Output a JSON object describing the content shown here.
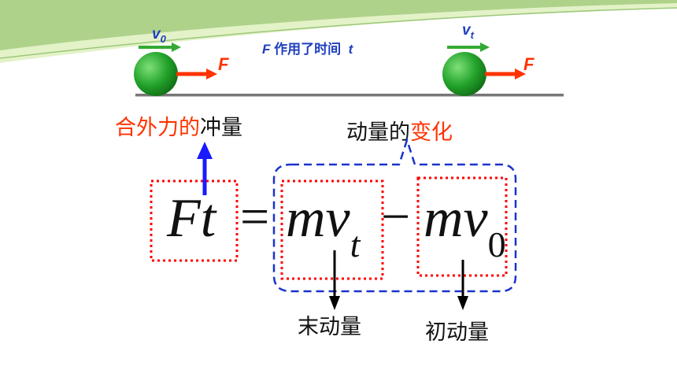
{
  "colors": {
    "banner_green": "#aed28a",
    "banner_light": "#e4f2c8",
    "ball": "#22a22a",
    "force_arrow": "#ff3300",
    "velocity_arrow": "#33aa33",
    "red_box": "#ff0000",
    "blue_dashed": "#1a33cc",
    "up_arrow": "#1a1aff",
    "heading_blue": "#1f3fbf",
    "emphasis_red": "#ff3300"
  },
  "motion": {
    "v_initial": {
      "base": "v",
      "sub": "0"
    },
    "v_final": {
      "base": "v",
      "sub": "t"
    },
    "force_left": "F",
    "force_right": "F",
    "heading": {
      "symbol": "F",
      "text": "作用了时间",
      "time": "t"
    }
  },
  "labels": {
    "impulse": {
      "highlight": "合外力的",
      "rest": "冲量"
    },
    "change": {
      "plain": "动量的",
      "highlight": "变化"
    },
    "final_momentum": "末动量",
    "initial_momentum": "初动量"
  },
  "formula": {
    "lhs": "Ft",
    "equals": "=",
    "term1": {
      "base": "mv",
      "sub": "t"
    },
    "minus": "−",
    "term2": {
      "base": "mv",
      "sub": "0"
    }
  }
}
